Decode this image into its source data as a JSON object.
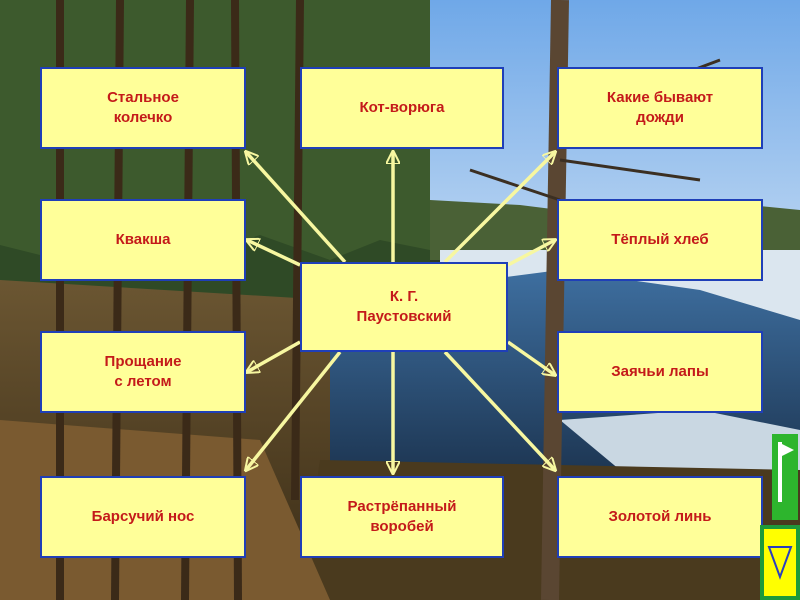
{
  "center": "К. Г.\nПаустовский",
  "works": [
    "Стальное\nколечко",
    "Кот-ворюга",
    "Какие бывают\nдожди",
    "Квакша",
    "Тёплый хлеб",
    "Прощание\nс летом",
    "Заячьи лапы",
    "Барсучий нос",
    "Растрёпанный\nворобей",
    "Золотой линь"
  ],
  "colors": {
    "box_fill": "#ffff99",
    "box_border": "#1f3fb8",
    "text": "#c41a1a",
    "arrow": "#f7f7a0",
    "nav_green": "#2db52d",
    "nav_yellow": "#ffff00"
  },
  "icons": {
    "forward": "green-flag-forward-icon",
    "down": "yellow-down-triangle-icon"
  }
}
